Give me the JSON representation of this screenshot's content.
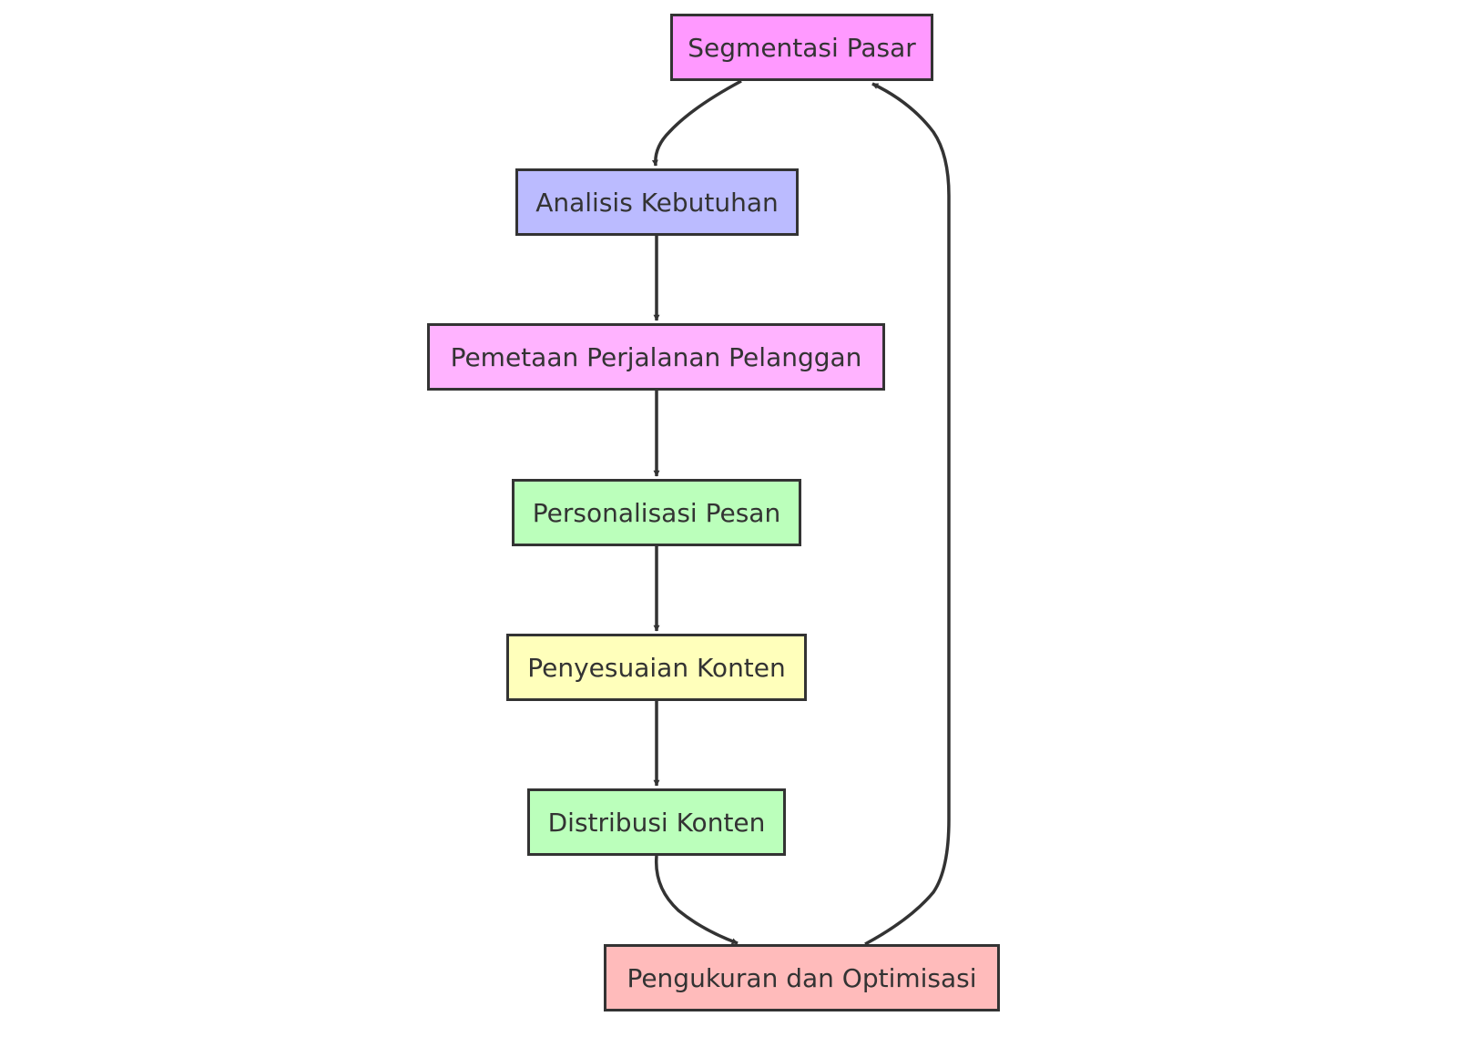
{
  "diagram": {
    "type": "flowchart",
    "nodes": [
      {
        "id": "segmentasi",
        "label": "Segmentasi Pasar",
        "fill": "#ff99ff"
      },
      {
        "id": "analisis",
        "label": "Analisis Kebutuhan",
        "fill": "#bbbbff"
      },
      {
        "id": "pemetaan",
        "label": "Pemetaan Perjalanan Pelanggan",
        "fill": "#ffb3ff"
      },
      {
        "id": "personalisasi",
        "label": "Personalisasi Pesan",
        "fill": "#bbffbb"
      },
      {
        "id": "penyesuaian",
        "label": "Penyesuaian Konten",
        "fill": "#ffffbb"
      },
      {
        "id": "distribusi",
        "label": "Distribusi Konten",
        "fill": "#bbffbb"
      },
      {
        "id": "pengukuran",
        "label": "Pengukuran dan Optimisasi",
        "fill": "#ffbbbb"
      }
    ],
    "edges": [
      {
        "from": "segmentasi",
        "to": "analisis"
      },
      {
        "from": "analisis",
        "to": "pemetaan"
      },
      {
        "from": "pemetaan",
        "to": "personalisasi"
      },
      {
        "from": "personalisasi",
        "to": "penyesuaian"
      },
      {
        "from": "penyesuaian",
        "to": "distribusi"
      },
      {
        "from": "distribusi",
        "to": "pengukuran"
      },
      {
        "from": "pengukuran",
        "to": "segmentasi"
      }
    ],
    "colors": {
      "stroke": "#333333",
      "text": "#333333",
      "background": "#ffffff"
    }
  }
}
